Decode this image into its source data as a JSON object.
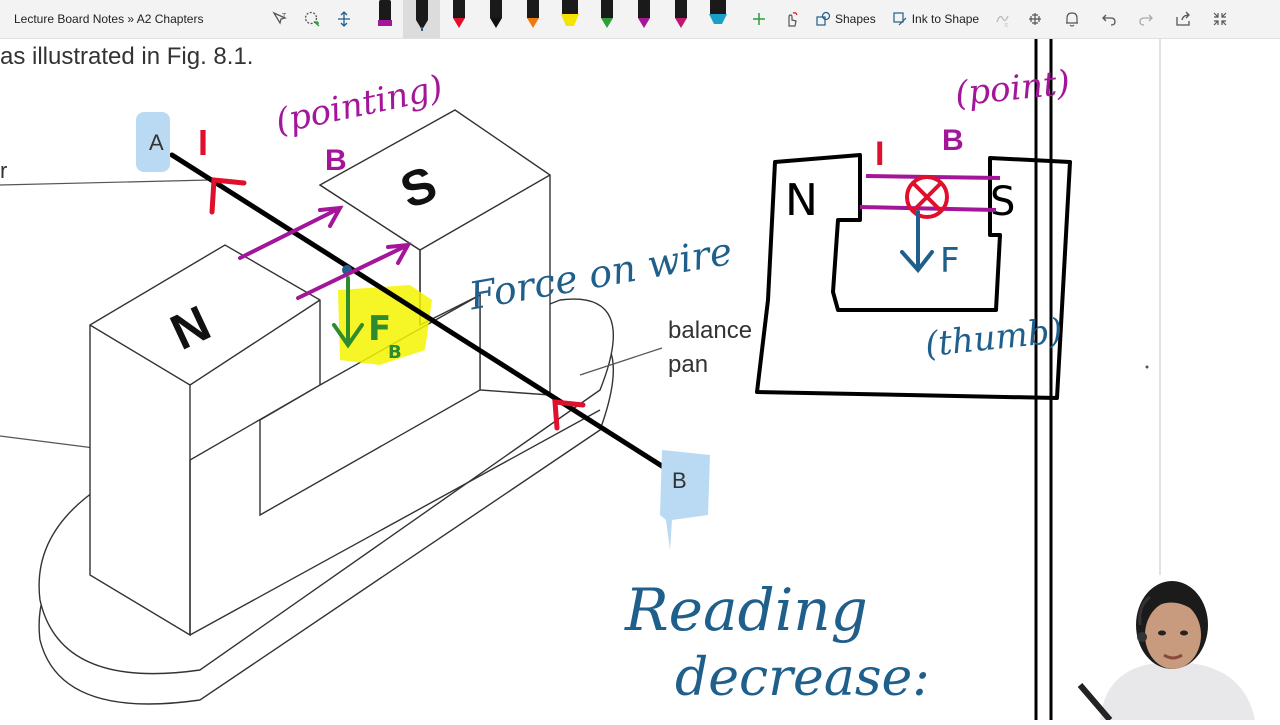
{
  "toolbar": {
    "breadcrumb": "Lecture Board Notes » A2 Chapters",
    "shapes_label": "Shapes",
    "ink_to_shape_label": "Ink to Shape",
    "pen_colors": [
      "#1a1a1a",
      "#1f5f8b",
      "#e0102c",
      "#111111",
      "#f07a10",
      "#f5e400",
      "#2e9e3a",
      "#a3169a",
      "#c0186e",
      "#1aa0c8"
    ]
  },
  "page": {
    "caption": "as illustrated in Fig. 8.1.",
    "label_a": "A",
    "label_b": "B",
    "label_n": "N",
    "label_s": "S",
    "label_balance_line1": "balance",
    "label_balance_line2": "pan",
    "label_r": "r"
  },
  "ink": {
    "pointing": "(pointing)",
    "i_left": "I",
    "b_left": "B",
    "fb": "F",
    "fb_sub": "B",
    "force_on_wire": "Force on wire",
    "point": "(point)",
    "i_right": "I",
    "b_right": "B",
    "n_right": "N",
    "s_right": "S",
    "f_right": "F",
    "thumb": "(thumb)",
    "reading": "Reading",
    "decrease": "decrease:"
  },
  "colors": {
    "red": "#e0102c",
    "magenta": "#a3169a",
    "blue": "#1f5f8b",
    "green": "#2e8b2e",
    "highlight": "#f5f500",
    "label_fill": "#b9daf2"
  }
}
